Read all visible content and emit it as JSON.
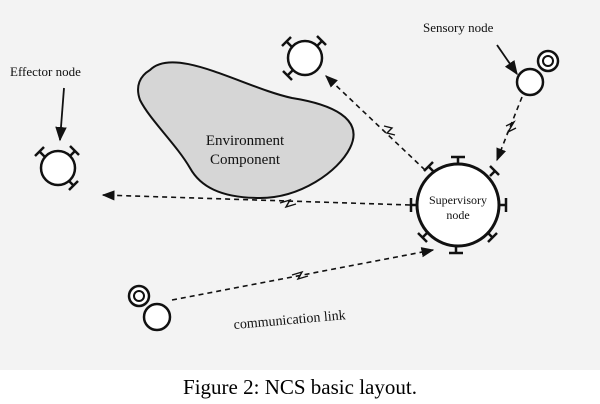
{
  "labels": {
    "effector": "Effector node",
    "sensory": "Sensory node",
    "environment_line1": "Environment",
    "environment_line2": "Component",
    "supervisory_line1": "Supervisory",
    "supervisory_line2": "node",
    "link": "communication link"
  },
  "caption": "Figure 2: NCS basic layout.",
  "colors": {
    "blob_fill": "#d6d6d6",
    "stroke": "#111111",
    "background": "#f3f3f3"
  }
}
